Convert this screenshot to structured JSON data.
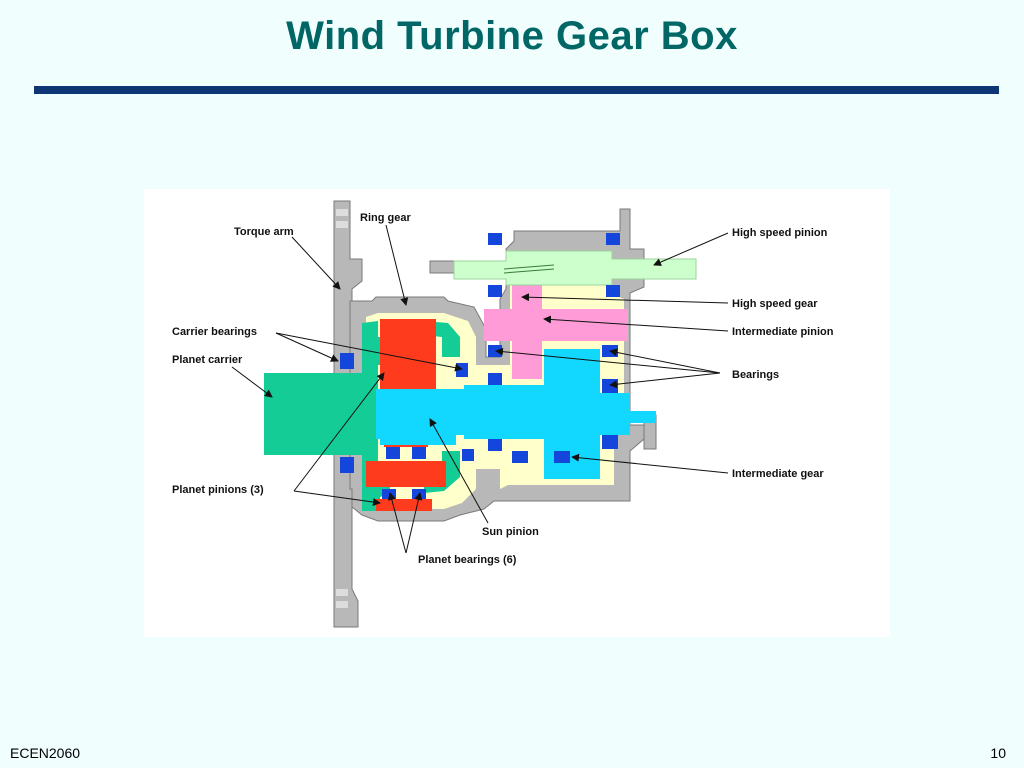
{
  "slide": {
    "title": "Wind Turbine Gear Box",
    "footer_left": "ECEN2060",
    "page_number": "10"
  },
  "diagram": {
    "labels": {
      "torque_arm": "Torque arm",
      "ring_gear": "Ring gear",
      "carrier_bearings": "Carrier bearings",
      "planet_carrier": "Planet carrier",
      "planet_pinions": "Planet pinions (3)",
      "sun_pinion": "Sun pinion",
      "planet_bearings": "Planet bearings (6)",
      "high_speed_pinion": "High speed pinion",
      "high_speed_gear": "High speed gear",
      "intermediate_pinion": "Intermediate pinion",
      "bearings": "Bearings",
      "intermediate_gear": "Intermediate gear"
    },
    "colors": {
      "housing": "#B8B8B8",
      "housing_dark": "#7A7A7A",
      "inner_fill": "#FFFFCC",
      "planet_carrier": "#14CC96",
      "ring_gear": "#FF3B1E",
      "shaft": "#12D8FF",
      "high_speed_gear": "#FF9CD8",
      "high_speed_pinion": "#CCFFCC",
      "bearing": "#1446DC"
    }
  }
}
